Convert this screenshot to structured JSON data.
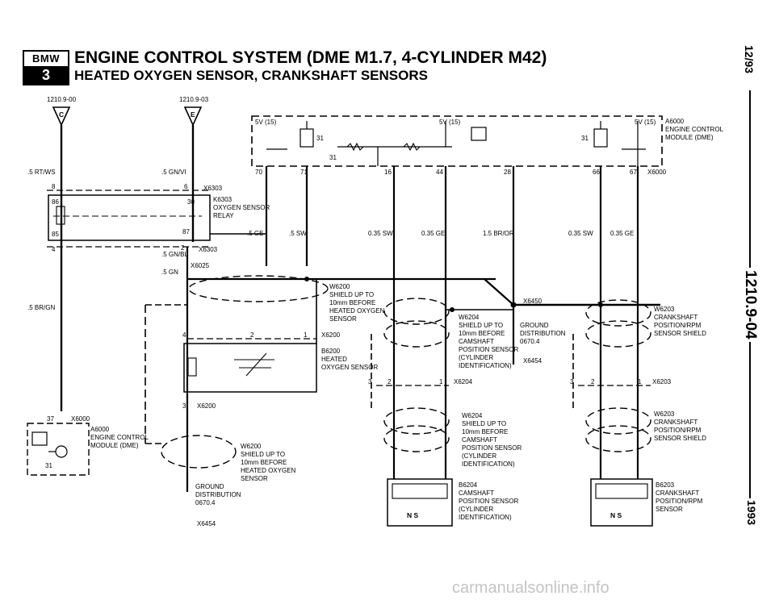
{
  "header": {
    "logo_text": "BMW",
    "logo_number": "3",
    "title": "ENGINE CONTROL SYSTEM (DME M1.7, 4-CYLINDER M42)",
    "subtitle": "HEATED OXYGEN SENSOR, CRANKSHAFT SENSORS"
  },
  "side": {
    "date": "12/93",
    "page": "1210.9-04",
    "year": "1993"
  },
  "refs": {
    "left": "1210.9-00",
    "right": "1210.9-03",
    "conn_c": "C",
    "conn_e": "E"
  },
  "module": {
    "id": "A6000",
    "name": "ENGINE CONTROL",
    "name2": "MODULE (DME)",
    "v1": "5V (15)",
    "v2": "5V (15)",
    "v3": "5V (15)",
    "g31a": "31",
    "g31b": "31",
    "g31c": "31",
    "pins": [
      "70",
      "71",
      "16",
      "44",
      "28",
      "66",
      "67"
    ],
    "conn": "X6000"
  },
  "wires": {
    "rtws": ".5 RT/WS",
    "gnvi": ".5 GN/VI",
    "brgn": ".5 BR/GN",
    "gnbl": ".5 GN/BL",
    "gn": ".5 GN",
    "ge": ".5 GE",
    "sw": ".5 SW",
    "w1": "0.35 SW",
    "w2": "0.35 GE",
    "w3": "1.5 BR/OR",
    "w4": "0.35 SW",
    "w5": "0.35 GE"
  },
  "relay": {
    "conn1": "X6303",
    "conn2": "X6303",
    "id": "K6303",
    "name": "OXYGEN SENSOR",
    "name2": "RELAY",
    "p8": "8",
    "p6": "6",
    "p86": "86",
    "p30": "30",
    "p85": "85",
    "p87": "87",
    "p4": "4",
    "p2": "2"
  },
  "o2": {
    "x6025": "X6025",
    "shield_id": "W6200",
    "shield_1": "SHIELD UP TO",
    "shield_2": "10mm BEFORE",
    "shield_3": "HEATED OXYGEN",
    "shield_4": "SENSOR",
    "conn": "X6200",
    "p4": "4",
    "p2": "2",
    "p1": "1",
    "p3": "3",
    "sensor_id": "B6200",
    "sensor_1": "HEATED",
    "sensor_2": "OXYGEN SENSOR",
    "shield2_id": "W6200",
    "shield2_1": "SHIELD UP TO",
    "shield2_2": "10mm BEFORE",
    "shield2_3": "HEATED OXYGEN",
    "shield2_4": "SENSOR",
    "gnd_1": "GROUND",
    "gnd_2": "DISTRIBUTION",
    "gnd_3": "0670.4",
    "gnd_conn": "X6454"
  },
  "left_module": {
    "pin": "37",
    "conn": "X6000",
    "id": "A6000",
    "name": "ENGINE CONTROL",
    "name2": "MODULE (DME)",
    "g31": "31"
  },
  "cam": {
    "x6450": "X6450",
    "shield_id": "W6204",
    "shield_1": "SHIELD UP TO",
    "shield_2": "10mm BEFORE",
    "shield_3": "CAMSHAFT",
    "shield_4": "POSITION SENSOR",
    "shield_5": "(CYLINDER",
    "shield_6": "IDENTIFICATION)",
    "gnd_1": "GROUND",
    "gnd_2": "DISTRIBUTION",
    "gnd_3": "0670.4",
    "gnd_conn": "X6454",
    "conn": "X6204",
    "p3": "3",
    "p2": "2",
    "p1": "1",
    "shield2_id": "W6204",
    "shield2_1": "SHIELD UP TO",
    "shield2_2": "10mm BEFORE",
    "shield2_3": "CAMSHAFT",
    "shield2_4": "POSITION SENSOR",
    "shield2_5": "(CYLINDER",
    "shield2_6": "IDENTIFICATION)",
    "sensor_id": "B6204",
    "sensor_1": "CAMSHAFT",
    "sensor_2": "POSITION SENSOR",
    "sensor_3": "(CYLINDER",
    "sensor_4": "IDENTIFICATION)",
    "nms": "N  S"
  },
  "crank": {
    "shield_id": "W6203",
    "shield_1": "CRANKSHAFT",
    "shield_2": "POSITION/RPM",
    "shield_3": "SENSOR SHIELD",
    "conn": "X6203",
    "p3": "3",
    "p2": "2",
    "p1": "1",
    "shield2_id": "W6203",
    "shield2_1": "CRANKSHAFT",
    "shield2_2": "POSITION/RPM",
    "shield2_3": "SENSOR SHIELD",
    "sensor_id": "B6203",
    "sensor_1": "CRANKSHAFT",
    "sensor_2": "POSITION/RPM",
    "sensor_3": "SENSOR",
    "nms": "N  S"
  },
  "watermark": "carmanualsonline.info"
}
